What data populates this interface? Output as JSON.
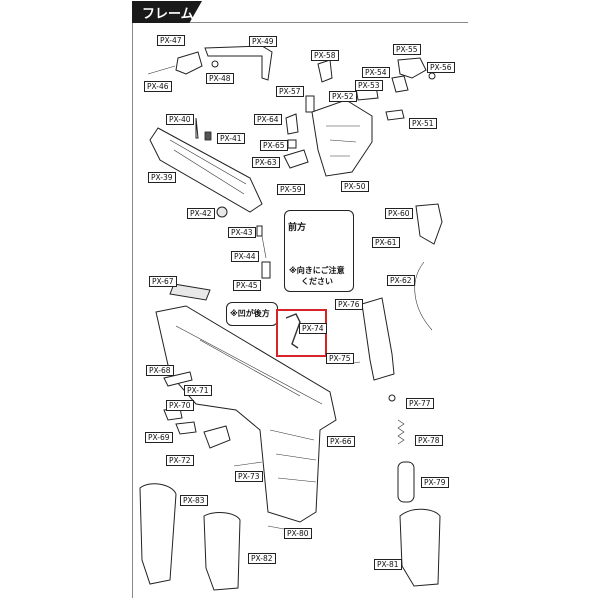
{
  "header": {
    "title": "フレーム"
  },
  "parts": [
    "PX-47",
    "PX-49",
    "PX-46",
    "PX-48",
    "PX-58",
    "PX-55",
    "PX-54",
    "PX-56",
    "PX-57",
    "PX-53",
    "PX-52",
    "PX-51",
    "PX-40",
    "PX-41",
    "PX-64",
    "PX-65",
    "PX-63",
    "PX-59",
    "PX-50",
    "PX-39",
    "PX-42",
    "PX-43",
    "PX-60",
    "PX-61",
    "PX-44",
    "PX-62",
    "PX-45",
    "PX-67",
    "PX-76",
    "PX-74",
    "PX-75",
    "PX-68",
    "PX-71",
    "PX-70",
    "PX-77",
    "PX-69",
    "PX-66",
    "PX-78",
    "PX-72",
    "PX-73",
    "PX-79",
    "PX-83",
    "PX-80",
    "PX-82",
    "PX-81"
  ],
  "notes": {
    "front": "前方",
    "orientation_1": "※向きにご注意",
    "orientation_2": "ください",
    "recess_back": "※凹が後方"
  },
  "highlight": {
    "part": "PX-74",
    "color": "#d8232a"
  }
}
